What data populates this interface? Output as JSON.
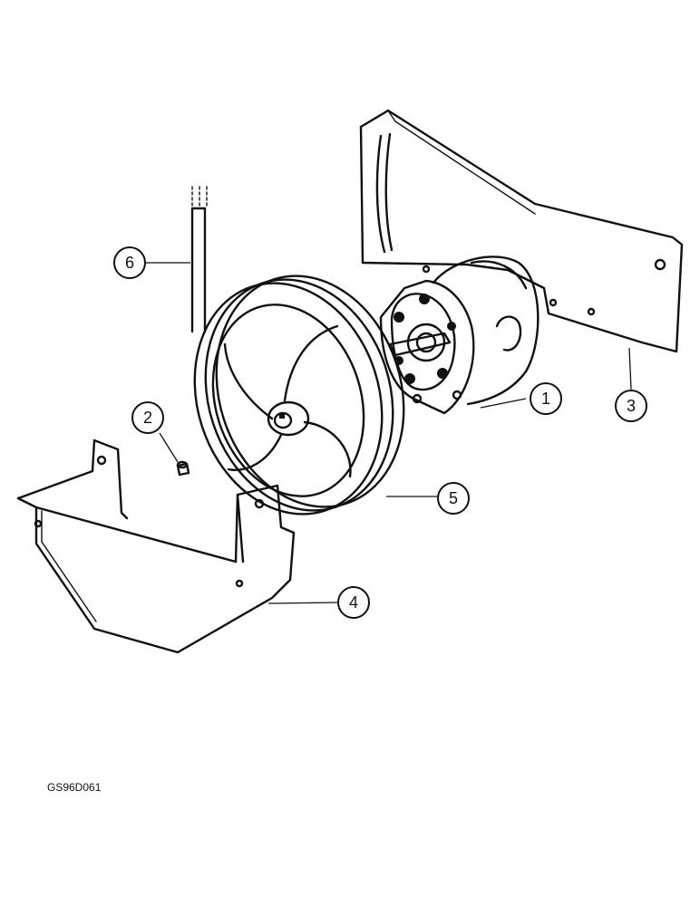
{
  "callouts": [
    {
      "id": "pump",
      "label": "1"
    },
    {
      "id": "pin",
      "label": "2"
    },
    {
      "id": "bracket",
      "label": "3"
    },
    {
      "id": "guard",
      "label": "4"
    },
    {
      "id": "pulley",
      "label": "5"
    },
    {
      "id": "belt",
      "label": "6"
    }
  ],
  "figure_code": "GS96D061"
}
